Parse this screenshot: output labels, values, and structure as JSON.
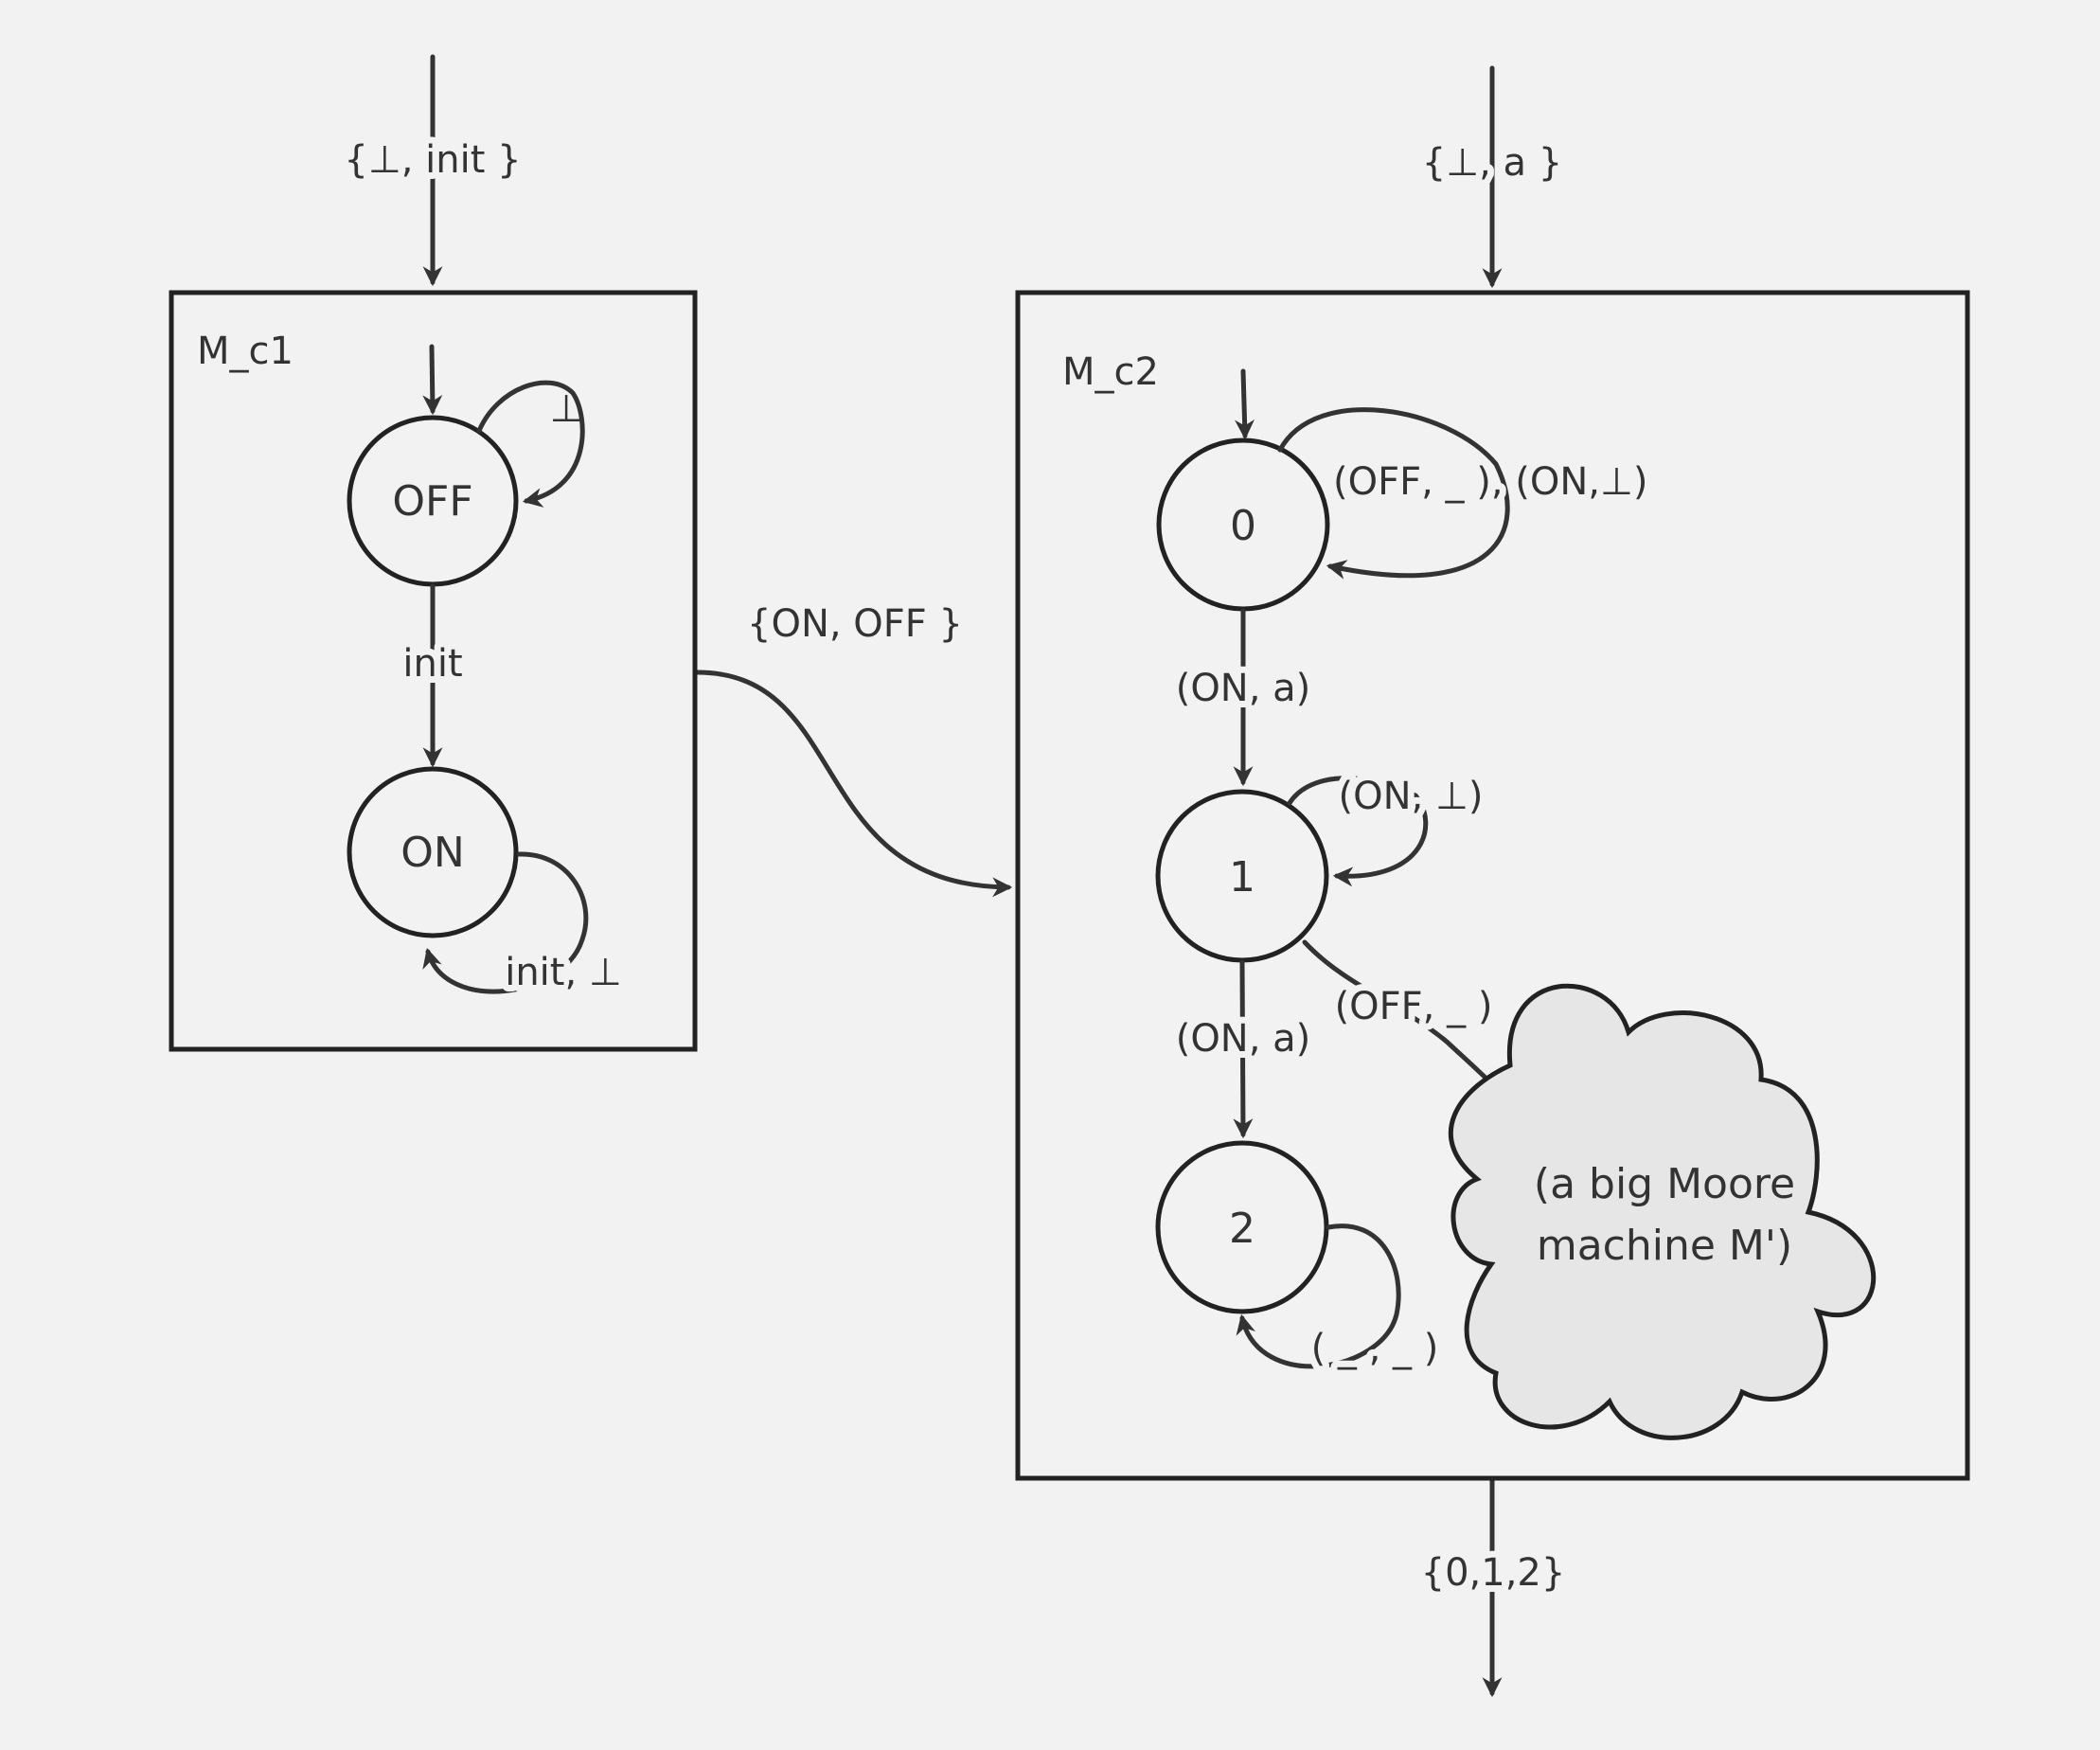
{
  "inputs": {
    "mc1_input": "{⊥, init }",
    "mc2_input": "{⊥, a }",
    "between": "{ON, OFF }",
    "output": "{0,1,2}"
  },
  "mc1": {
    "name": "M_c1",
    "states": {
      "off": "OFF",
      "on": "ON"
    },
    "transitions": {
      "off_self": "⊥",
      "off_to_on": "init",
      "on_self": "init, ⊥"
    }
  },
  "mc2": {
    "name": "M_c2",
    "states": {
      "s0": "0",
      "s1": "1",
      "s2": "2"
    },
    "transitions": {
      "s0_self": "(OFF, _ ), (ON,⊥)",
      "s0_to_s1": "(ON, a)",
      "s1_self": "(ON, ⊥)",
      "s1_to_s2": "(ON, a)",
      "s1_to_cloud": "(OFF, _ )",
      "s2_self": "( _ , _ )"
    },
    "cloud": {
      "line1": "(a big Moore",
      "line2": "machine M')"
    }
  },
  "colors": {
    "background": "#f2f2f2",
    "stroke": "#222222",
    "cloud_fill": "#e6e6e6"
  }
}
